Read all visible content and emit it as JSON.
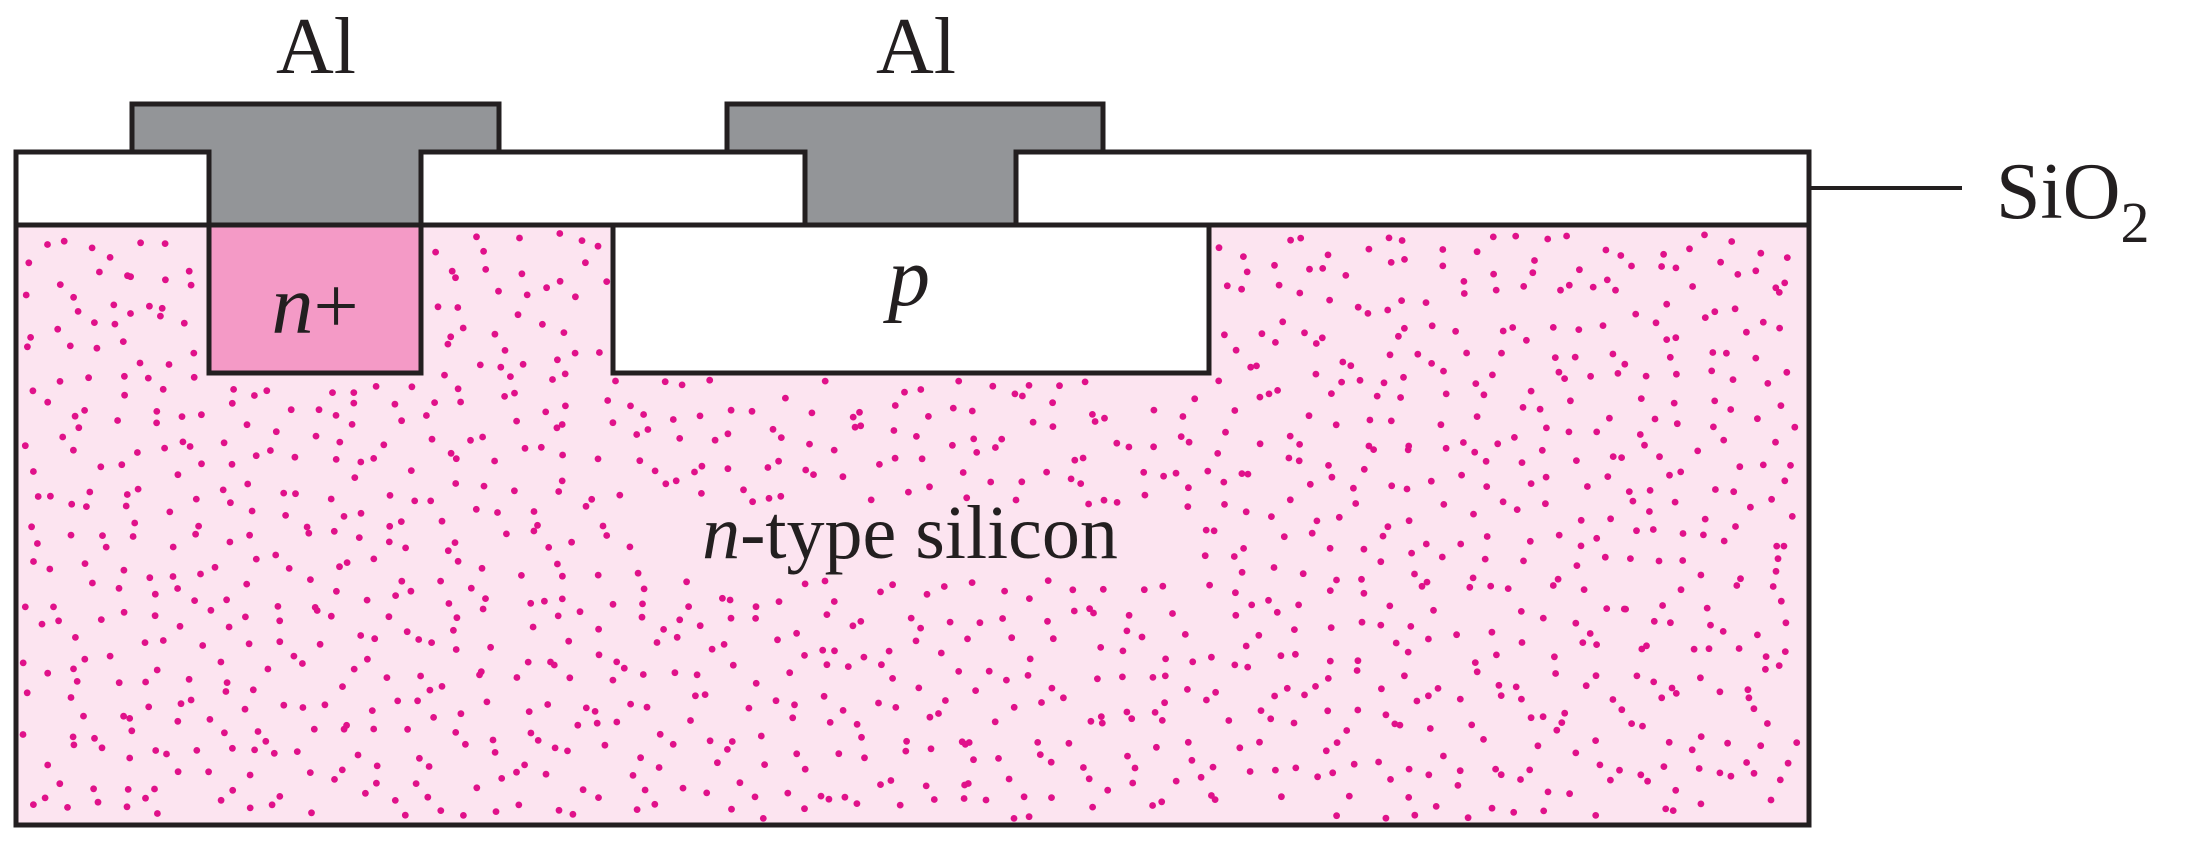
{
  "labels": {
    "al_left": "Al",
    "al_right": "Al",
    "oxide_main": "SiO",
    "oxide_sub": "2",
    "n_plus_letter": "n",
    "n_plus_sign": "+",
    "p_region": "p",
    "substrate_italic": "n",
    "substrate_rest": "-type silicon"
  },
  "colors": {
    "aluminum": "#939598",
    "oxide": "#ffffff",
    "n_plus": "#f49ac6",
    "substrate": "#fce4f0",
    "dopant_dots": "#e0118a",
    "p_region": "#ffffff",
    "outline": "#231f20"
  },
  "dopant_density": "dense"
}
